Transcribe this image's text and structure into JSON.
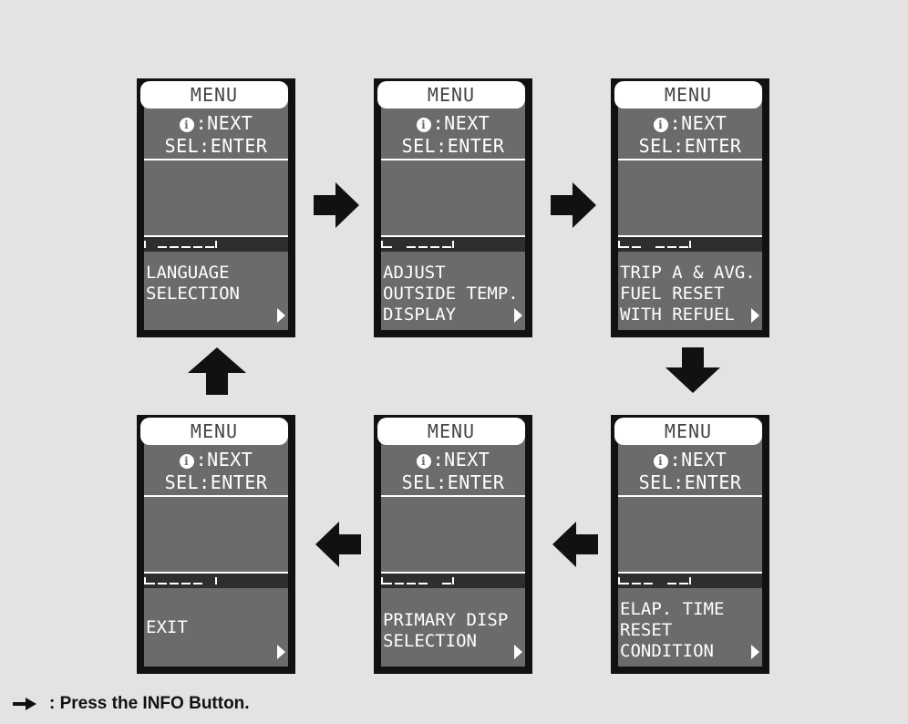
{
  "screens": [
    {
      "title": "MENU",
      "next_label": ":NEXT",
      "enter_label": "SEL:ENTER",
      "item_text": "LANGUAGE\nSELECTION",
      "page_index": 1,
      "page_count": 6
    },
    {
      "title": "MENU",
      "next_label": ":NEXT",
      "enter_label": "SEL:ENTER",
      "item_text": "ADJUST\nOUTSIDE TEMP.\nDISPLAY",
      "page_index": 2,
      "page_count": 6
    },
    {
      "title": "MENU",
      "next_label": ":NEXT",
      "enter_label": "SEL:ENTER",
      "item_text": "TRIP A & AVG.\nFUEL RESET\nWITH REFUEL",
      "page_index": 3,
      "page_count": 6
    },
    {
      "title": "MENU",
      "next_label": ":NEXT",
      "enter_label": "SEL:ENTER",
      "item_text": "ELAP. TIME\nRESET\nCONDITION",
      "page_index": 4,
      "page_count": 6
    },
    {
      "title": "MENU",
      "next_label": ":NEXT",
      "enter_label": "SEL:ENTER",
      "item_text": "PRIMARY DISP\nSELECTION",
      "page_index": 5,
      "page_count": 6
    },
    {
      "title": "MENU",
      "next_label": ":NEXT",
      "enter_label": "SEL:ENTER",
      "item_text": "EXIT",
      "page_index": 6,
      "page_count": 6
    }
  ],
  "info_glyph": "i",
  "legend": {
    "text": ": Press the INFO Button.",
    "arrow_icon": "right-arrow-icon"
  },
  "colors": {
    "background": "#e3e3e3",
    "screen_frame": "#111111",
    "screen_fill": "#6b6b6b",
    "arrow": "#111111"
  }
}
